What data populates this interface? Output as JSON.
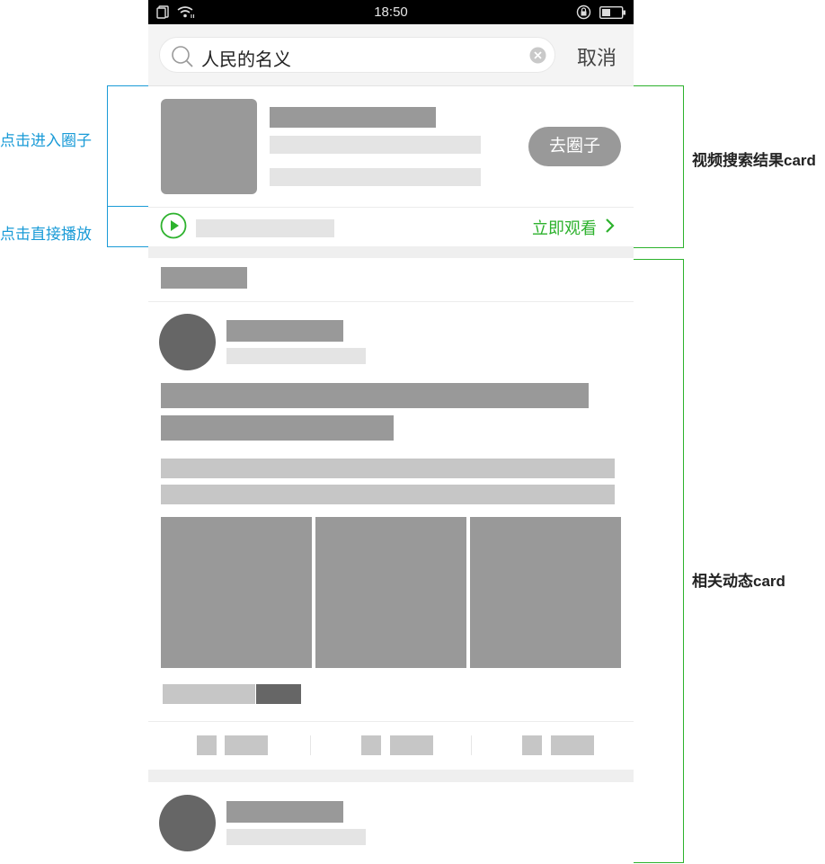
{
  "status_bar": {
    "time": "18:50"
  },
  "search": {
    "query": "人民的名义",
    "cancel_label": "取消"
  },
  "video_card": {
    "goto_button": "去圈子",
    "watch_label": "立即观看"
  },
  "annotations": {
    "enter_circle": "点击进入圈子",
    "direct_play": "点击直接播放",
    "video_card_label": "视频搜索结果card",
    "feed_card_label": "相关动态card"
  },
  "colors": {
    "accent_green": "#2db22d",
    "annotation_blue": "#1a9bd7"
  },
  "icons": [
    "search-icon",
    "clear-icon",
    "play-icon",
    "chevron-right-icon",
    "wifi-icon",
    "battery-icon",
    "sim-icon",
    "lock-rotation-icon"
  ]
}
